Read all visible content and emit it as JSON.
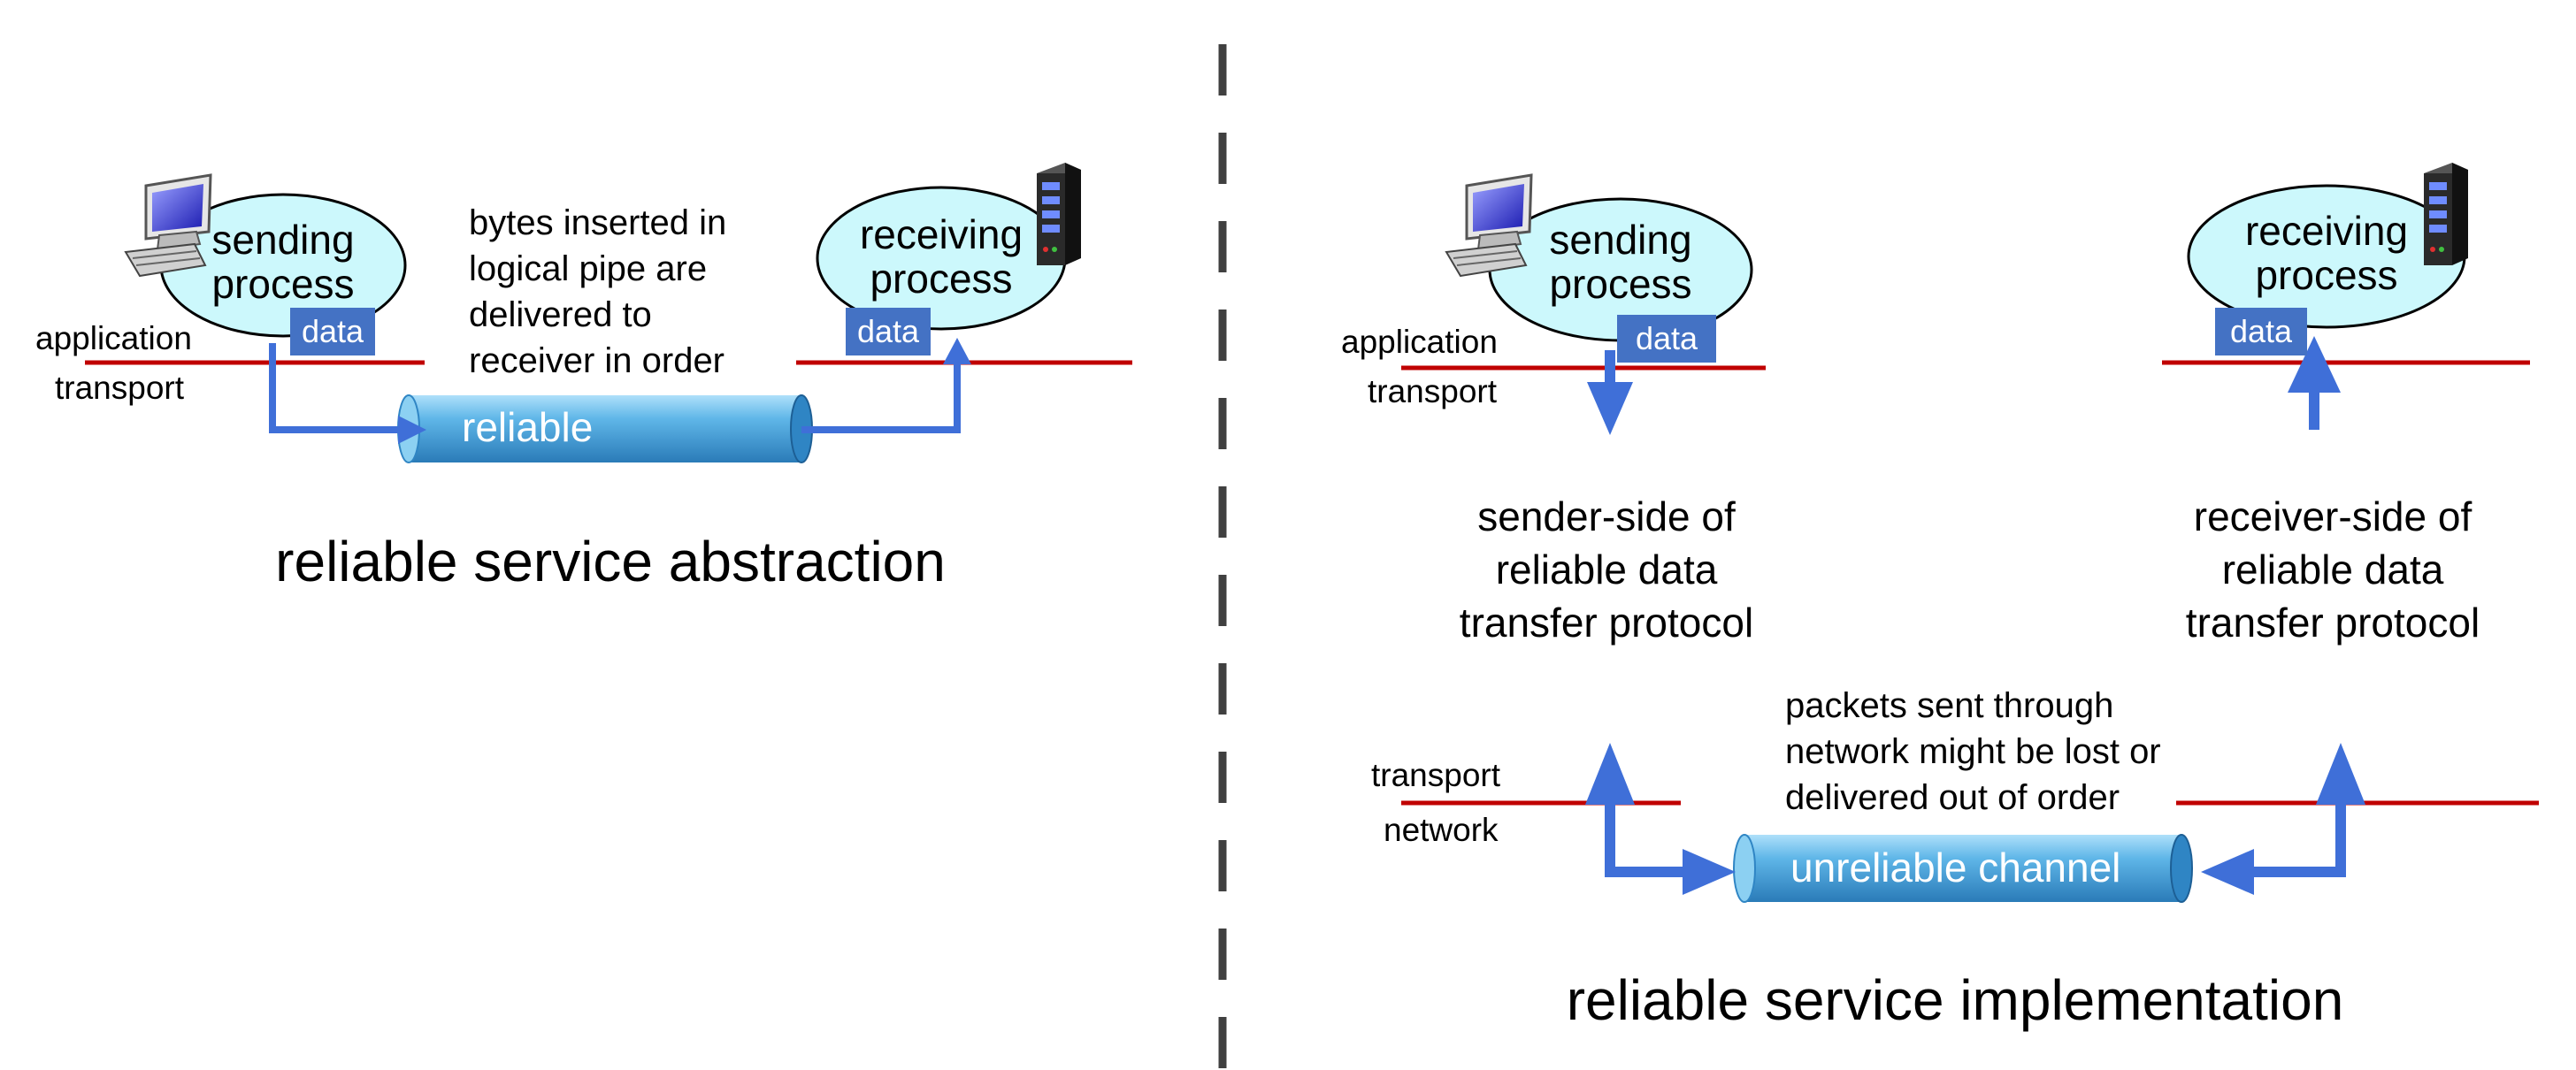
{
  "left": {
    "sending_process": "sending\nprocess",
    "receiving_process": "receiving\nprocess",
    "data_send": "data",
    "data_recv": "data",
    "layer_top": "application",
    "layer_bottom": "transport",
    "pipe_label": "reliable",
    "note": "bytes inserted in logical pipe are delivered to receiver in order",
    "title": "reliable service abstraction"
  },
  "right": {
    "sending_process": "sending\nprocess",
    "receiving_process": "receiving\nprocess",
    "data_send": "data",
    "data_recv": "data",
    "layer_app": "application",
    "layer_transport_upper": "transport",
    "layer_transport_lower": "transport",
    "layer_network": "network",
    "sender_side": "sender-side of reliable data transfer protocol",
    "receiver_side": "receiver-side of reliable data transfer protocol",
    "channel_label": "unreliable channel",
    "note": "packets sent through network might be lost or delivered out of order",
    "title": "reliable service implementation"
  },
  "colors": {
    "process_fill": "#ccf8fc",
    "data_box": "#4472c4",
    "arrow": "#3f6fd8",
    "layer_line": "#c00000",
    "divider": "#404040",
    "pipe": "#5aaee0"
  },
  "icons": [
    "desktop-computer-icon",
    "server-tower-icon"
  ]
}
